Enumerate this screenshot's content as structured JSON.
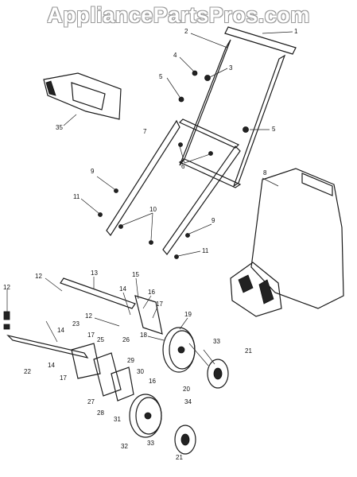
{
  "watermark": "AppliancePartsPros.com",
  "callouts": [
    "1",
    "2",
    "3",
    "4",
    "5",
    "5",
    "35",
    "7",
    "6",
    "8",
    "9",
    "11",
    "10",
    "9",
    "11",
    "12",
    "13",
    "15",
    "16",
    "14",
    "17",
    "12",
    "12",
    "19",
    "18",
    "14",
    "23",
    "17",
    "25",
    "26",
    "33",
    "21",
    "22",
    "17",
    "14",
    "29",
    "30",
    "20",
    "16",
    "27",
    "28",
    "31",
    "34",
    "32",
    "33",
    "21"
  ]
}
